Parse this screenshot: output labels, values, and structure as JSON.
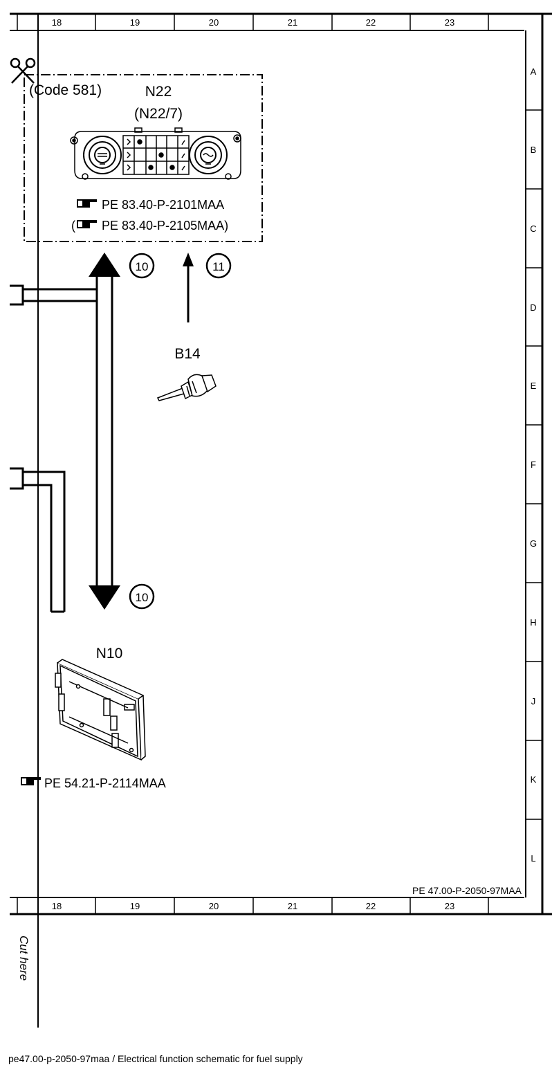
{
  "columns": [
    "18",
    "19",
    "20",
    "21",
    "22",
    "23"
  ],
  "rows": [
    "A",
    "B",
    "C",
    "D",
    "E",
    "F",
    "G",
    "H",
    "J",
    "K",
    "L"
  ],
  "components": {
    "n22": {
      "code": "(Code 581)",
      "label": "N22",
      "alt_label": "(N22/7)",
      "ref1": "PE 83.40-P-2101MAA",
      "ref2_open": "(",
      "ref2": "PE 83.40-P-2105MAA)"
    },
    "b14": {
      "label": "B14"
    },
    "n10": {
      "label": "N10",
      "ref": "PE 54.21-P-2114MAA"
    }
  },
  "connectors": {
    "c10_top": "10",
    "c11": "11",
    "c10_bottom": "10"
  },
  "doc_code": "PE 47.00-P-2050-97MAA",
  "cut_here": "Cut here",
  "caption": "pe47.00-p-2050-97maa / Electrical function schematic for fuel supply",
  "icons": [
    "scissors-icon",
    "pointing-hand-icon",
    "control-panel-icon",
    "temperature-sensor-icon",
    "control-unit-icon"
  ]
}
